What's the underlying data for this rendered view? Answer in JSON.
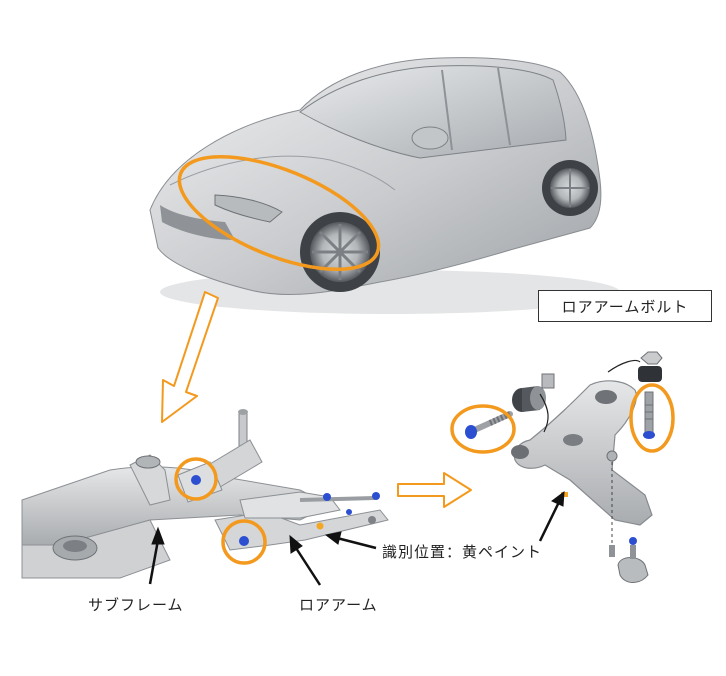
{
  "labels": {
    "lower_arm_bolt": "ロアアームボルト",
    "subframe": "サブフレーム",
    "lower_arm": "ロアアーム",
    "identification_position": "識別位置：黄ペイント"
  },
  "colors": {
    "highlight": "#f39a1e",
    "paint_mark": "#f5a623",
    "part_gray": "#c9cbcd",
    "car_body": "#d8dadc"
  },
  "icons": [
    "car-illustration",
    "subframe-illustration",
    "lower-arm-exploded-illustration",
    "hollow-arrow-down",
    "hollow-arrow-right"
  ]
}
